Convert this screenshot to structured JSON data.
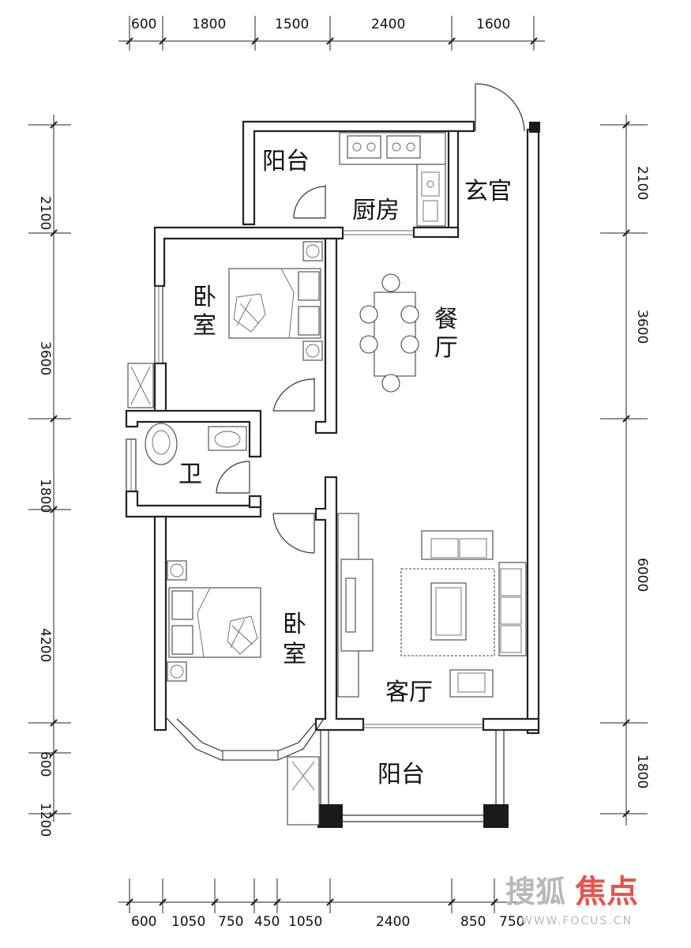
{
  "dimensions": {
    "top": [
      "600",
      "1800",
      "1500",
      "2400",
      "1600"
    ],
    "bottom": [
      "600",
      "1050",
      "750",
      "450",
      "1050",
      "2400",
      "850",
      "750"
    ],
    "left": [
      "2100",
      "3600",
      "1800",
      "4200",
      "600",
      "1200"
    ],
    "right": [
      "2100",
      "3600",
      "6000",
      "1800"
    ]
  },
  "rooms": {
    "balcony_top": "阳台",
    "kitchen": "厨房",
    "foyer": "玄官",
    "bedroom_top_1": "卧",
    "bedroom_top_2": "室",
    "dining_1": "餐",
    "dining_2": "厅",
    "bathroom": "卫",
    "bedroom_bottom_1": "卧",
    "bedroom_bottom_2": "室",
    "living": "客厅",
    "balcony_bottom": "阳台"
  },
  "watermark": {
    "brand_cn": "搜狐",
    "brand_red": "焦点",
    "url": "WWW.FOCUS.CN"
  },
  "colors": {
    "watermark_red": "#e8534a",
    "watermark_gray": "#b8b8b8"
  }
}
